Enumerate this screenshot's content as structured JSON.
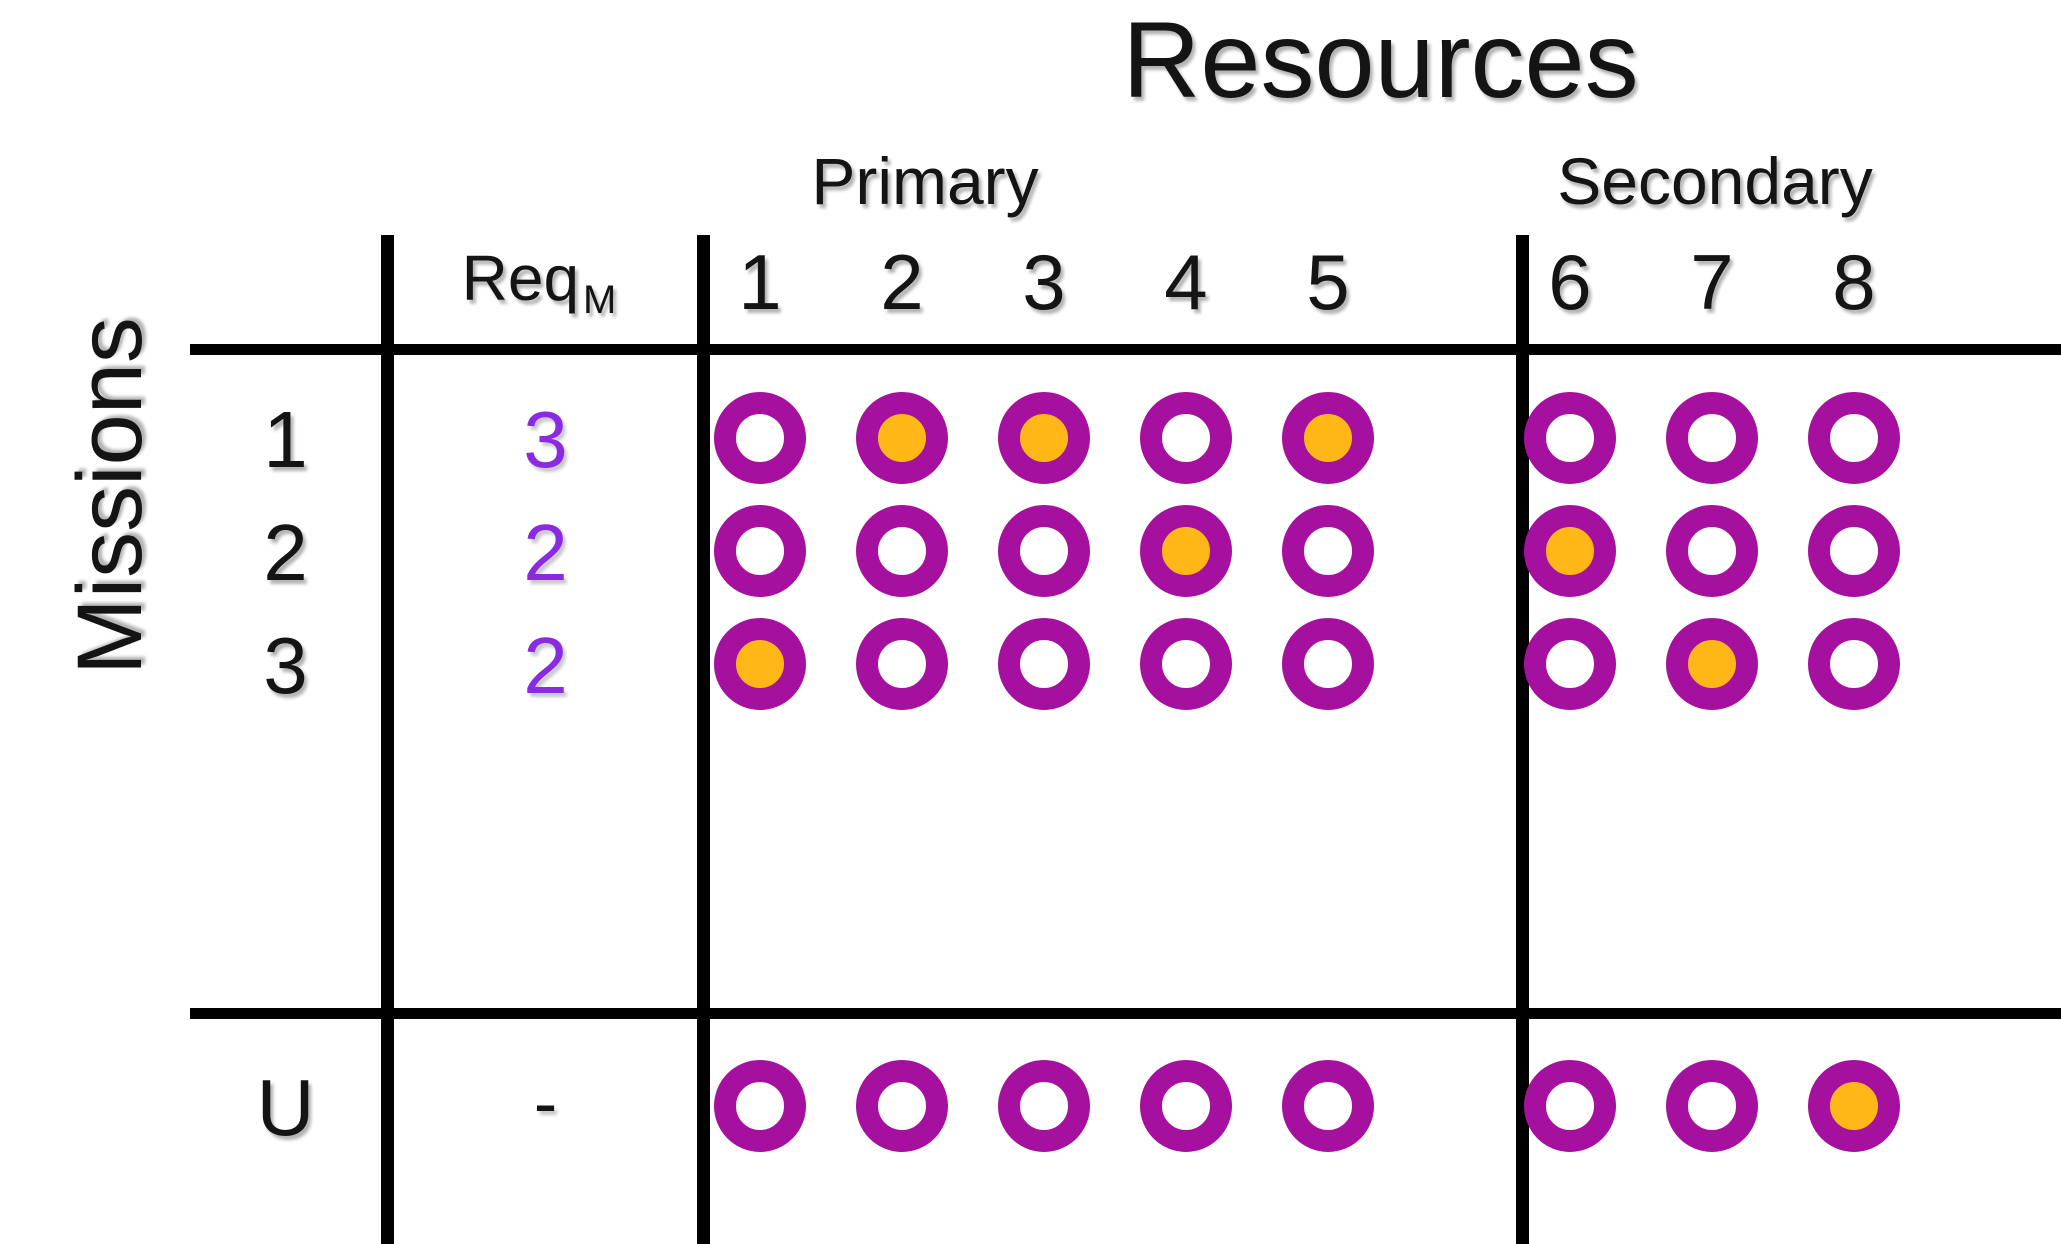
{
  "title": "Resources",
  "axis": {
    "rows_label": "Missions"
  },
  "groups": [
    {
      "name": "primary",
      "label": "Primary",
      "columns": [
        "1",
        "2",
        "3",
        "4",
        "5"
      ]
    },
    {
      "name": "secondary",
      "label": "Secondary",
      "columns": [
        "6",
        "7",
        "8"
      ]
    }
  ],
  "columns": {
    "req_header": "Req",
    "req_subscript": "M",
    "resource_headers": [
      "1",
      "2",
      "3",
      "4",
      "5",
      "6",
      "7",
      "8"
    ]
  },
  "rows": [
    {
      "label": "1",
      "req": "3",
      "cells": [
        {
          "col": "1",
          "filled": false
        },
        {
          "col": "2",
          "filled": true
        },
        {
          "col": "3",
          "filled": true
        },
        {
          "col": "4",
          "filled": false
        },
        {
          "col": "5",
          "filled": true
        },
        {
          "col": "6",
          "filled": false
        },
        {
          "col": "7",
          "filled": false
        },
        {
          "col": "8",
          "filled": false
        }
      ]
    },
    {
      "label": "2",
      "req": "2",
      "cells": [
        {
          "col": "1",
          "filled": false
        },
        {
          "col": "2",
          "filled": false
        },
        {
          "col": "3",
          "filled": false
        },
        {
          "col": "4",
          "filled": true
        },
        {
          "col": "5",
          "filled": false
        },
        {
          "col": "6",
          "filled": true
        },
        {
          "col": "7",
          "filled": false
        },
        {
          "col": "8",
          "filled": false
        }
      ]
    },
    {
      "label": "3",
      "req": "2",
      "cells": [
        {
          "col": "1",
          "filled": true
        },
        {
          "col": "2",
          "filled": false
        },
        {
          "col": "3",
          "filled": false
        },
        {
          "col": "4",
          "filled": false
        },
        {
          "col": "5",
          "filled": false
        },
        {
          "col": "6",
          "filled": false
        },
        {
          "col": "7",
          "filled": true
        },
        {
          "col": "8",
          "filled": false
        }
      ]
    }
  ],
  "summary_rows": [
    {
      "label": "U",
      "req": "-",
      "cells": [
        {
          "col": "1",
          "filled": false
        },
        {
          "col": "2",
          "filled": false
        },
        {
          "col": "3",
          "filled": false
        },
        {
          "col": "4",
          "filled": false
        },
        {
          "col": "5",
          "filled": false
        },
        {
          "col": "6",
          "filled": false
        },
        {
          "col": "7",
          "filled": false
        },
        {
          "col": "8",
          "filled": true
        }
      ]
    }
  ],
  "colors": {
    "ring": "#A5109F",
    "fill": "#FFB718",
    "req_value": "#8A2BE2",
    "rule": "#000000",
    "text": "#141414",
    "background": "#FFFFFF"
  },
  "layout": {
    "column_x": [
      760,
      902,
      1044,
      1186,
      1328,
      1570,
      1712,
      1854
    ],
    "row_y": [
      392,
      505,
      618
    ],
    "summary_row_y": [
      1060
    ]
  }
}
